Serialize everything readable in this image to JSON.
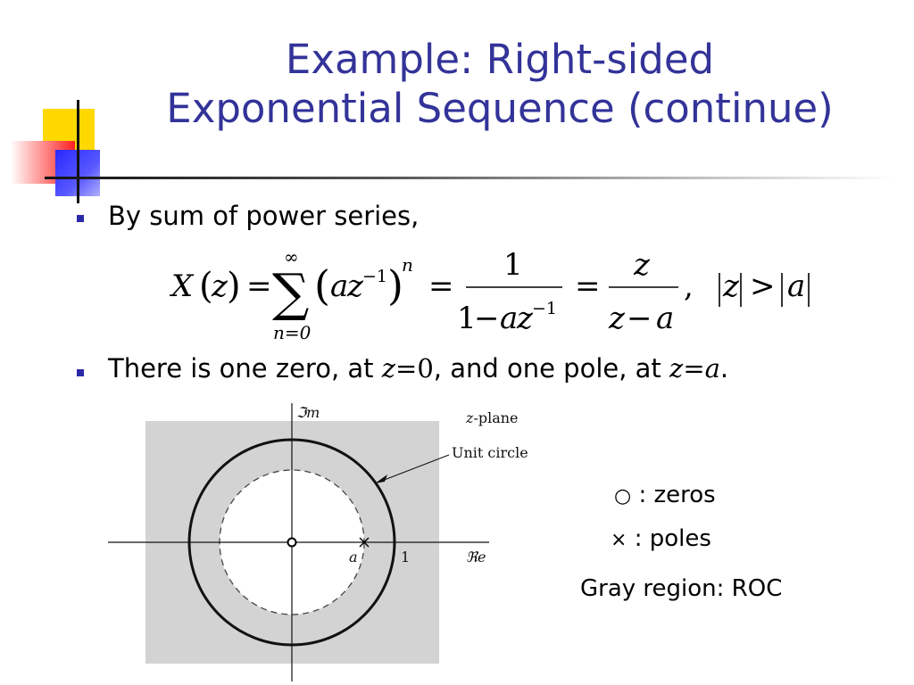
{
  "slide": {
    "title_line1": "Example: Right-sided",
    "title_line2": "Exponential Sequence (continue)"
  },
  "bullets": [
    {
      "text": "By sum of power series,"
    },
    {
      "text_before": "There is one zero, at ",
      "zero_var": "z",
      "zero_eq": "=0",
      "text_middle": ", and one pole, at ",
      "pole_var": "z",
      "pole_eq": "=",
      "pole_val": "a",
      "text_after": "."
    }
  ],
  "formula": {
    "X": "X",
    "z": "z",
    "eq": "=",
    "sum_upper": "∞",
    "sum_lower": "n=0",
    "sigma": "∑",
    "a": "a",
    "neg_one": "−1",
    "n": "n",
    "one": "1",
    "denom_one": "1",
    "minus": "−",
    "comma": ",",
    "gt": ">"
  },
  "diagram": {
    "im_label": "ℑm",
    "re_label": "ℜe",
    "z_letter": "z",
    "plane_suffix": "-plane",
    "unit_circle_label": "Unit circle",
    "a_label": "a",
    "one_label": "1"
  },
  "legend": {
    "zero_symbol": "○",
    "zeros_text": " : zeros",
    "pole_symbol": "×",
    "poles_text": " : poles",
    "roc_text": "Gray region: ROC"
  },
  "colors": {
    "title": "#333399",
    "bullet": "#2a2aa8",
    "roc_gray": "#d3d3d3"
  }
}
